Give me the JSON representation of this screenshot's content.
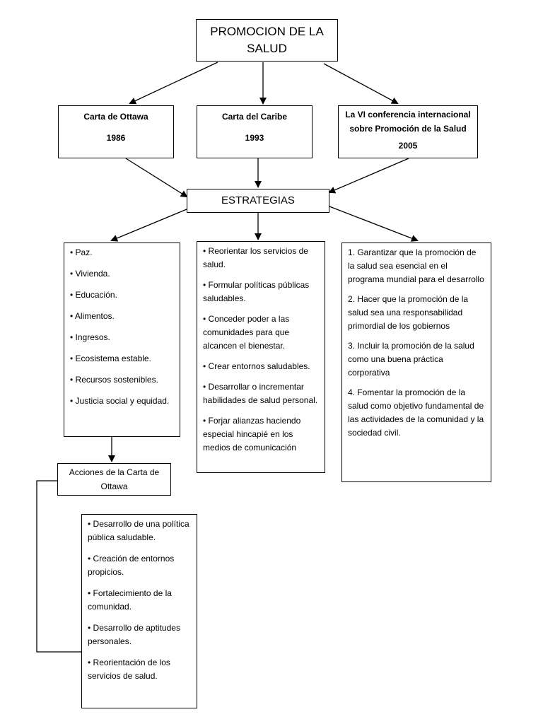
{
  "title": "PROMOCION DE LA SALUD",
  "sources": [
    {
      "name": "Carta de Ottawa",
      "year": "1986"
    },
    {
      "name": "Carta del Caribe",
      "year": "1993"
    },
    {
      "name": "La VI conferencia internacional sobre Promoción de la Salud",
      "year": "2005"
    }
  ],
  "strategies_title": "ESTRATEGIAS",
  "ottawa_list": [
    "• Paz.",
    "• Vivienda.",
    "• Educación.",
    "• Alimentos.",
    "• Ingresos.",
    "• Ecosistema estable.",
    "• Recursos sostenibles.",
    "• Justicia social y equidad."
  ],
  "caribe_list": [
    "• Reorientar los servicios de salud.",
    "• Formular políticas públicas saludables.",
    "• Conceder poder a las comunidades para que alcancen el bienestar.",
    "• Crear entornos saludables.",
    "• Desarrollar o incrementar habilidades de salud personal.",
    "• Forjar alianzas haciendo especial hincapié en los medios de comunicación"
  ],
  "conference_list": [
    "1. Garantizar que la promoción de la salud sea esencial en el programa mundial para el desarrollo",
    "2. Hacer que la promoción de la salud sea una responsabilidad primordial de los gobiernos",
    "3. Incluir la promoción de la salud como una buena práctica corporativa",
    "4. Fomentar la promoción de la salud como objetivo fundamental de las actividades de la comunidad y la sociedad civil."
  ],
  "actions_title": "Acciones de la Carta de Ottawa",
  "actions_list": [
    "• Desarrollo de una política pública saludable.",
    "• Creación de entornos propicios.",
    "• Fortalecimiento de la comunidad.",
    "• Desarrollo de aptitudes personales.",
    "• Reorientación de los servicios de salud."
  ]
}
